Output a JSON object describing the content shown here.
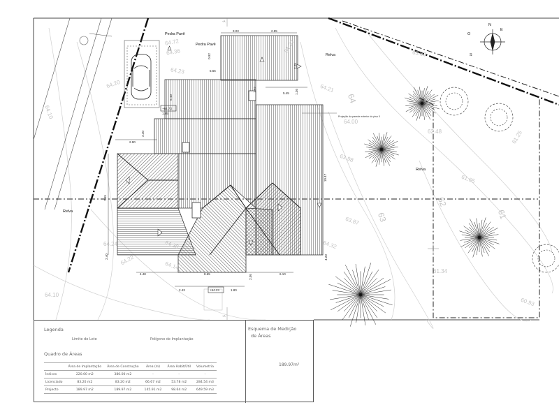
{
  "drawing": {
    "labels": {
      "pedra_pave_1": "Pedra Pavê",
      "pedra_pave_2": "Pedra Pavê",
      "relva_top": "Relva",
      "relva_right": "Relva",
      "relva_left": "Relva",
      "note": "Projeção da parede exterior do piso 0"
    },
    "compass": [
      "N",
      "E",
      "O",
      "S"
    ],
    "dimensions": {
      "d1": "3.03",
      "d2": "2.85",
      "d3": "5.66",
      "d4": "0.92",
      "d5": "2.25",
      "d6": "5.45",
      "d7": "1.36",
      "d8": "5.10",
      "d9": "1.92",
      "d10": "1.95",
      "d11": "2.40",
      "d12": "2.90",
      "d13": "10.47",
      "d14": "7.55",
      "d15": "4.48",
      "d16": "8.65",
      "d17": "6.10",
      "d18": "2.43",
      "d19": "1.80",
      "d20": "2.05",
      "d21": "4.23",
      "d22": "2.40",
      "d23": "+64.23",
      "d24": "+64.73"
    },
    "elevations": [
      "64.72",
      "64.36",
      "64.20",
      "64.10",
      "64.23",
      "64.32",
      "64.21",
      "64.00",
      "63.98",
      "63.87",
      "63.83",
      "62.48",
      "61.25",
      "61.65",
      "61.34",
      "60.93",
      "64.24",
      "64.22",
      "64.14",
      "64.10",
      "64.30",
      "64.32"
    ],
    "contour_numbers": [
      "64",
      "63",
      "62",
      "61"
    ],
    "section_marks": {
      "top": "-A",
      "bottom": "-A"
    }
  },
  "legend": {
    "title": "Legenda",
    "items": [
      {
        "label": "Limite de Lote"
      },
      {
        "label": "Polígono de Implantação"
      }
    ]
  },
  "areas_table": {
    "title": "Quadro de Áreas",
    "headers": [
      "",
      "Área de Implantação",
      "Área de Construção",
      "Área (m)",
      "Área Habit/Útil",
      "Volumetria"
    ],
    "rows": [
      [
        "Índices",
        "220.00 m2",
        "380.00 m2",
        "-",
        "-",
        "-"
      ],
      [
        "Licenciado",
        "83.20 m2",
        "83.20 m2",
        "66.67 m2",
        "53.78 m2",
        "284.54 m3"
      ],
      [
        "Projecto",
        "189.97 m2",
        "189.97 m2",
        "145.91 m2",
        "98.64 m2",
        "649.59 m3"
      ]
    ]
  },
  "measurement_scheme": {
    "title_line1": "Esquema de Medição",
    "title_line2": "de   Áreas",
    "value": "189.97m²"
  }
}
